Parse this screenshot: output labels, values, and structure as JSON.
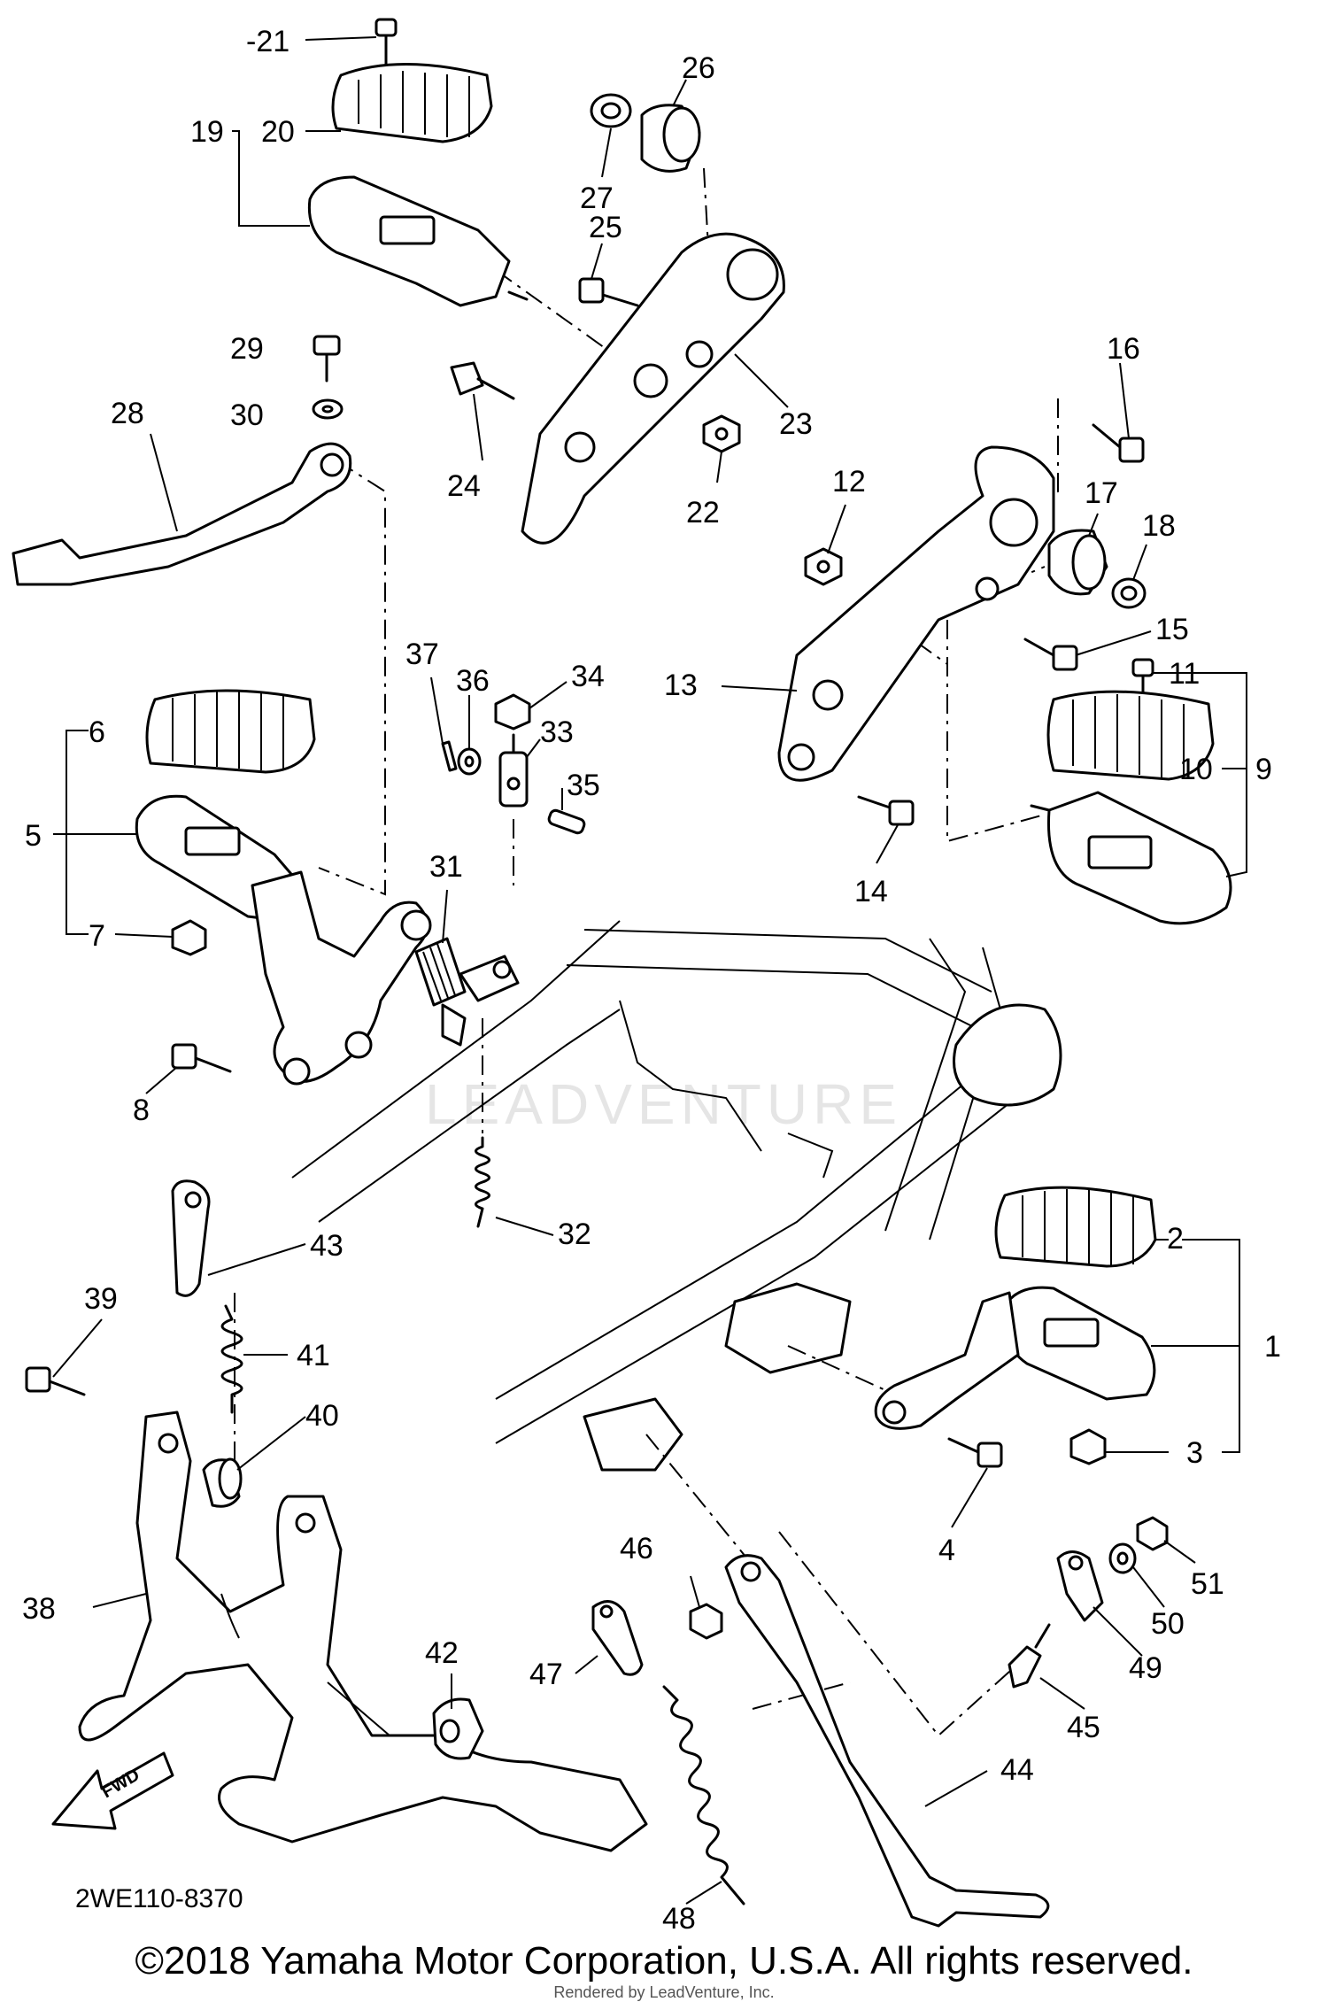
{
  "diagram": {
    "part_numbers": [
      "1",
      "2",
      "3",
      "4",
      "5",
      "6",
      "7",
      "8",
      "9",
      "10",
      "11",
      "12",
      "13",
      "14",
      "15",
      "16",
      "17",
      "18",
      "19",
      "20",
      "21",
      "22",
      "23",
      "24",
      "25",
      "26",
      "27",
      "28",
      "29",
      "30",
      "31",
      "32",
      "33",
      "34",
      "35",
      "36",
      "37",
      "38",
      "39",
      "40",
      "41",
      "42",
      "43",
      "44",
      "45",
      "46",
      "47",
      "48",
      "49",
      "50",
      "51"
    ],
    "callouts": {
      "p1": "1",
      "p2": "2",
      "p3": "3",
      "p4": "4",
      "p5": "5",
      "p6": "6",
      "p7": "7",
      "p8": "8",
      "p9": "9",
      "p10": "10",
      "p11": "11",
      "p12": "12",
      "p13": "13",
      "p14": "14",
      "p15": "15",
      "p16": "16",
      "p17": "17",
      "p18": "18",
      "p19": "19",
      "p20": "20",
      "p21": "-21",
      "p22": "22",
      "p23": "23",
      "p24": "24",
      "p25": "25",
      "p26": "26",
      "p27": "27",
      "p28": "28",
      "p29": "29",
      "p30": "30",
      "p31": "31",
      "p32": "32",
      "p33": "33",
      "p34": "34",
      "p35": "35",
      "p36": "36",
      "p37": "37",
      "p38": "38",
      "p39": "39",
      "p40": "40",
      "p41": "41",
      "p42": "42",
      "p43": "43",
      "p44": "44",
      "p45": "45",
      "p46": "46",
      "p47": "47",
      "p48": "48",
      "p49": "49",
      "p50": "50",
      "p51": "51"
    },
    "fwd_arrow_label": "FWD",
    "diagram_code": "2WE110-8370",
    "watermark": "LEADVENTURE"
  },
  "footer": {
    "copyright": "©2018 Yamaha Motor Corporation, U.S.A. All rights reserved.",
    "rendered_by": "Rendered by LeadVenture, Inc."
  }
}
